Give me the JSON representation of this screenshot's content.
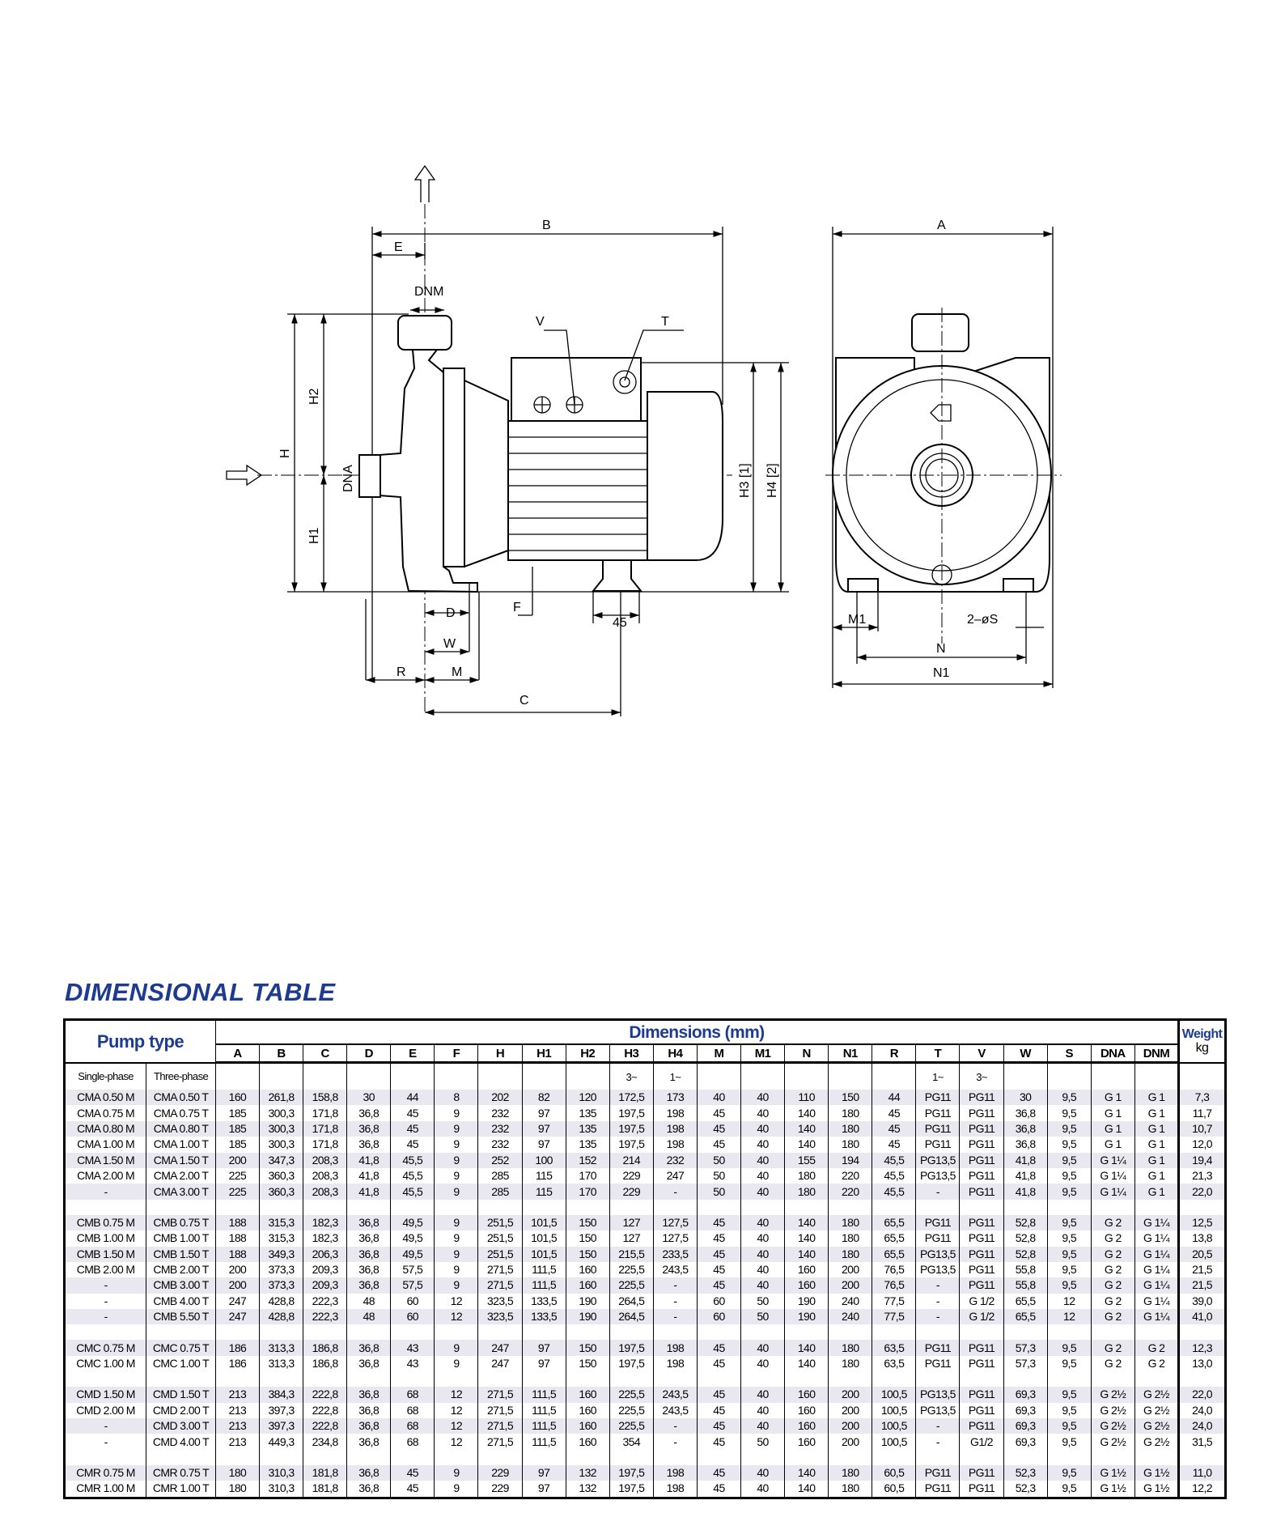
{
  "drawing": {
    "labels": {
      "B": "B",
      "E": "E",
      "DNM": "DNM",
      "V": "V",
      "T": "T",
      "H2": "H2",
      "H": "H",
      "H1": "H1",
      "DNA": "DNA",
      "H3": "H3 [1]",
      "H4": "H4 [2]",
      "D": "D",
      "F": "F",
      "W": "W",
      "R": "R",
      "M": "M",
      "C": "C",
      "foot": "45",
      "A": "A",
      "M1": "M1",
      "S": "2–øS",
      "N": "N",
      "N1": "N1"
    }
  },
  "table": {
    "title": "DIMENSIONAL TABLE",
    "pump_type": "Pump type",
    "dimensions_header": "Dimensions (mm)",
    "weight_header": "Weight",
    "weight_unit": "kg",
    "single_phase": "Single-phase",
    "three_phase": "Three-phase",
    "columns": [
      "A",
      "B",
      "C",
      "D",
      "E",
      "F",
      "H",
      "H1",
      "H2",
      "H3",
      "H4",
      "M",
      "M1",
      "N",
      "N1",
      "R",
      "T",
      "V",
      "W",
      "S",
      "DNA",
      "DNM"
    ],
    "phase_marks": [
      "",
      "",
      "",
      "",
      "",
      "",
      "",
      "",
      "",
      "3~",
      "1~",
      "",
      "",
      "",
      "",
      "",
      "1~",
      "3~",
      "",
      "",
      "",
      ""
    ],
    "groups": [
      [
        [
          "CMA 0.50 M",
          "CMA 0.50 T",
          "160",
          "261,8",
          "158,8",
          "30",
          "44",
          "8",
          "202",
          "82",
          "120",
          "172,5",
          "173",
          "40",
          "40",
          "110",
          "150",
          "44",
          "PG11",
          "PG11",
          "30",
          "9,5",
          "G 1",
          "G 1",
          "7,3"
        ],
        [
          "CMA 0.75 M",
          "CMA 0.75 T",
          "185",
          "300,3",
          "171,8",
          "36,8",
          "45",
          "9",
          "232",
          "97",
          "135",
          "197,5",
          "198",
          "45",
          "40",
          "140",
          "180",
          "45",
          "PG11",
          "PG11",
          "36,8",
          "9,5",
          "G 1",
          "G 1",
          "11,7"
        ],
        [
          "CMA 0.80 M",
          "CMA 0.80 T",
          "185",
          "300,3",
          "171,8",
          "36,8",
          "45",
          "9",
          "232",
          "97",
          "135",
          "197,5",
          "198",
          "45",
          "40",
          "140",
          "180",
          "45",
          "PG11",
          "PG11",
          "36,8",
          "9,5",
          "G 1",
          "G 1",
          "10,7"
        ],
        [
          "CMA 1.00 M",
          "CMA 1.00 T",
          "185",
          "300,3",
          "171,8",
          "36,8",
          "45",
          "9",
          "232",
          "97",
          "135",
          "197,5",
          "198",
          "45",
          "40",
          "140",
          "180",
          "45",
          "PG11",
          "PG11",
          "36,8",
          "9,5",
          "G 1",
          "G 1",
          "12,0"
        ],
        [
          "CMA 1.50 M",
          "CMA 1.50 T",
          "200",
          "347,3",
          "208,3",
          "41,8",
          "45,5",
          "9",
          "252",
          "100",
          "152",
          "214",
          "232",
          "50",
          "40",
          "155",
          "194",
          "45,5",
          "PG13,5",
          "PG11",
          "41,8",
          "9,5",
          "G 1¼",
          "G 1",
          "19,4"
        ],
        [
          "CMA 2.00 M",
          "CMA 2.00 T",
          "225",
          "360,3",
          "208,3",
          "41,8",
          "45,5",
          "9",
          "285",
          "115",
          "170",
          "229",
          "247",
          "50",
          "40",
          "180",
          "220",
          "45,5",
          "PG13,5",
          "PG11",
          "41,8",
          "9,5",
          "G 1¼",
          "G 1",
          "21,3"
        ],
        [
          "-",
          "CMA 3.00 T",
          "225",
          "360,3",
          "208,3",
          "41,8",
          "45,5",
          "9",
          "285",
          "115",
          "170",
          "229",
          "-",
          "50",
          "40",
          "180",
          "220",
          "45,5",
          "-",
          "PG11",
          "41,8",
          "9,5",
          "G 1¼",
          "G 1",
          "22,0"
        ]
      ],
      [
        [
          "CMB 0.75 M",
          "CMB 0.75 T",
          "188",
          "315,3",
          "182,3",
          "36,8",
          "49,5",
          "9",
          "251,5",
          "101,5",
          "150",
          "127",
          "127,5",
          "45",
          "40",
          "140",
          "180",
          "65,5",
          "PG11",
          "PG11",
          "52,8",
          "9,5",
          "G 2",
          "G 1¼",
          "12,5"
        ],
        [
          "CMB 1.00 M",
          "CMB 1.00 T",
          "188",
          "315,3",
          "182,3",
          "36,8",
          "49,5",
          "9",
          "251,5",
          "101,5",
          "150",
          "127",
          "127,5",
          "45",
          "40",
          "140",
          "180",
          "65,5",
          "PG11",
          "PG11",
          "52,8",
          "9,5",
          "G 2",
          "G 1¼",
          "13,8"
        ],
        [
          "CMB 1.50 M",
          "CMB 1.50 T",
          "188",
          "349,3",
          "206,3",
          "36,8",
          "49,5",
          "9",
          "251,5",
          "101,5",
          "150",
          "215,5",
          "233,5",
          "45",
          "40",
          "140",
          "180",
          "65,5",
          "PG13,5",
          "PG11",
          "52,8",
          "9,5",
          "G 2",
          "G 1¼",
          "20,5"
        ],
        [
          "CMB 2.00 M",
          "CMB 2.00 T",
          "200",
          "373,3",
          "209,3",
          "36,8",
          "57,5",
          "9",
          "271,5",
          "111,5",
          "160",
          "225,5",
          "243,5",
          "45",
          "40",
          "160",
          "200",
          "76,5",
          "PG13,5",
          "PG11",
          "55,8",
          "9,5",
          "G 2",
          "G 1¼",
          "21,5"
        ],
        [
          "-",
          "CMB 3.00 T",
          "200",
          "373,3",
          "209,3",
          "36,8",
          "57,5",
          "9",
          "271,5",
          "111,5",
          "160",
          "225,5",
          "-",
          "45",
          "40",
          "160",
          "200",
          "76,5",
          "-",
          "PG11",
          "55,8",
          "9,5",
          "G 2",
          "G 1¼",
          "21,5"
        ],
        [
          "-",
          "CMB 4.00 T",
          "247",
          "428,8",
          "222,3",
          "48",
          "60",
          "12",
          "323,5",
          "133,5",
          "190",
          "264,5",
          "-",
          "60",
          "50",
          "190",
          "240",
          "77,5",
          "-",
          "G 1/2",
          "65,5",
          "12",
          "G 2",
          "G 1¼",
          "39,0"
        ],
        [
          "-",
          "CMB 5.50 T",
          "247",
          "428,8",
          "222,3",
          "48",
          "60",
          "12",
          "323,5",
          "133,5",
          "190",
          "264,5",
          "-",
          "60",
          "50",
          "190",
          "240",
          "77,5",
          "-",
          "G 1/2",
          "65,5",
          "12",
          "G 2",
          "G 1¼",
          "41,0"
        ]
      ],
      [
        [
          "CMC 0.75 M",
          "CMC 0.75 T",
          "186",
          "313,3",
          "186,8",
          "36,8",
          "43",
          "9",
          "247",
          "97",
          "150",
          "197,5",
          "198",
          "45",
          "40",
          "140",
          "180",
          "63,5",
          "PG11",
          "PG11",
          "57,3",
          "9,5",
          "G 2",
          "G 2",
          "12,3"
        ],
        [
          "CMC 1.00 M",
          "CMC 1.00 T",
          "186",
          "313,3",
          "186,8",
          "36,8",
          "43",
          "9",
          "247",
          "97",
          "150",
          "197,5",
          "198",
          "45",
          "40",
          "140",
          "180",
          "63,5",
          "PG11",
          "PG11",
          "57,3",
          "9,5",
          "G 2",
          "G 2",
          "13,0"
        ]
      ],
      [
        [
          "CMD 1.50 M",
          "CMD 1.50 T",
          "213",
          "384,3",
          "222,8",
          "36,8",
          "68",
          "12",
          "271,5",
          "111,5",
          "160",
          "225,5",
          "243,5",
          "45",
          "40",
          "160",
          "200",
          "100,5",
          "PG13,5",
          "PG11",
          "69,3",
          "9,5",
          "G 2½",
          "G 2½",
          "22,0"
        ],
        [
          "CMD 2.00 M",
          "CMD 2.00 T",
          "213",
          "397,3",
          "222,8",
          "36,8",
          "68",
          "12",
          "271,5",
          "111,5",
          "160",
          "225,5",
          "243,5",
          "45",
          "40",
          "160",
          "200",
          "100,5",
          "PG13,5",
          "PG11",
          "69,3",
          "9,5",
          "G 2½",
          "G 2½",
          "24,0"
        ],
        [
          "-",
          "CMD 3.00 T",
          "213",
          "397,3",
          "222,8",
          "36,8",
          "68",
          "12",
          "271,5",
          "111,5",
          "160",
          "225,5",
          "-",
          "45",
          "40",
          "160",
          "200",
          "100,5",
          "-",
          "PG11",
          "69,3",
          "9,5",
          "G 2½",
          "G 2½",
          "24,0"
        ],
        [
          "-",
          "CMD 4.00 T",
          "213",
          "449,3",
          "234,8",
          "36,8",
          "68",
          "12",
          "271,5",
          "111,5",
          "160",
          "354",
          "-",
          "45",
          "50",
          "160",
          "200",
          "100,5",
          "-",
          "G1/2",
          "69,3",
          "9,5",
          "G 2½",
          "G 2½",
          "31,5"
        ]
      ],
      [
        [
          "CMR 0.75 M",
          "CMR 0.75 T",
          "180",
          "310,3",
          "181,8",
          "36,8",
          "45",
          "9",
          "229",
          "97",
          "132",
          "197,5",
          "198",
          "45",
          "40",
          "140",
          "180",
          "60,5",
          "PG11",
          "PG11",
          "52,3",
          "9,5",
          "G 1½",
          "G 1½",
          "11,0"
        ],
        [
          "CMR 1.00 M",
          "CMR 1.00 T",
          "180",
          "310,3",
          "181,8",
          "36,8",
          "45",
          "9",
          "229",
          "97",
          "132",
          "197,5",
          "198",
          "45",
          "40",
          "140",
          "180",
          "60,5",
          "PG11",
          "PG11",
          "52,3",
          "9,5",
          "G 1½",
          "G 1½",
          "12,2"
        ]
      ]
    ]
  }
}
